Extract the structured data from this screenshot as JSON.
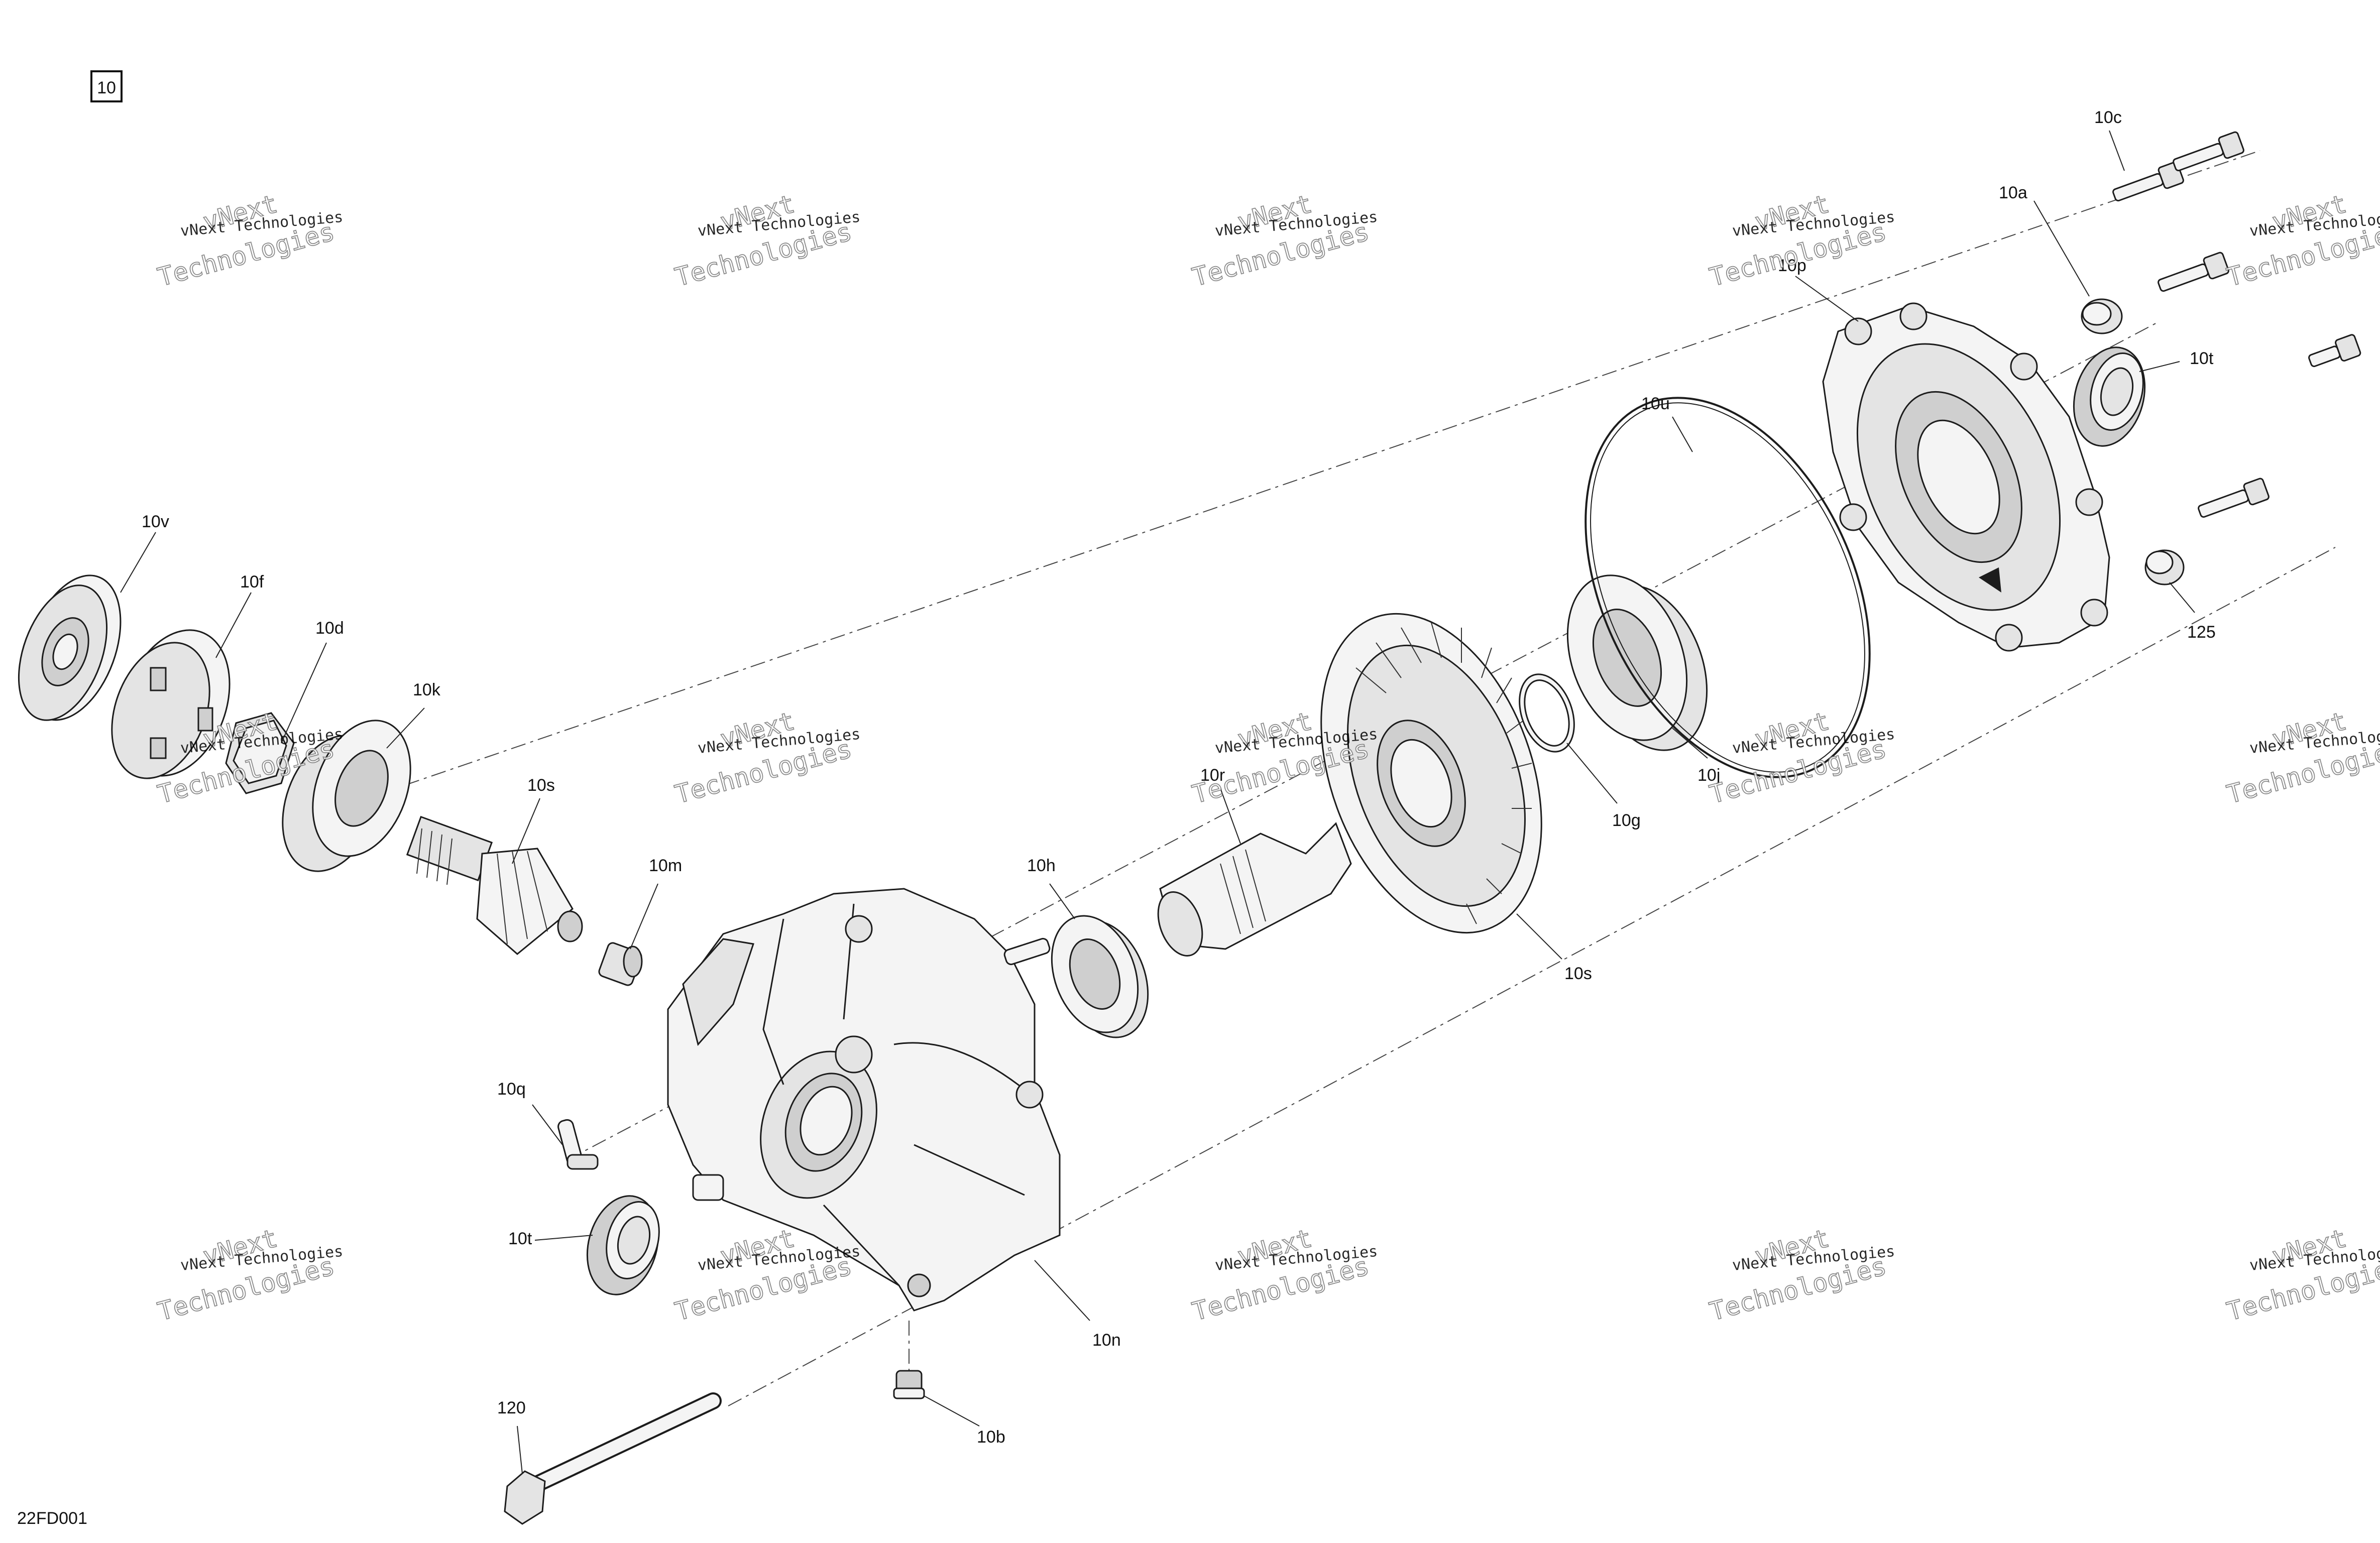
{
  "diagram": {
    "figure_number": "10",
    "drawing_code": "22FD001",
    "watermark_line1": "vNext Technologies",
    "watermark_line2_top": "vNext",
    "watermark_line2_bottom": "Technologies",
    "part_labels": {
      "p10c": "10c",
      "p10a": "10a",
      "p10p": "10p",
      "p10t_right": "10t",
      "p10u": "10u",
      "p125": "125",
      "p10v": "10v",
      "p10f": "10f",
      "p10d": "10d",
      "p10k": "10k",
      "p10s_pinion": "10s",
      "p10m": "10m",
      "p10h": "10h",
      "p10r": "10r",
      "p10s_gear": "10s",
      "p10g": "10g",
      "p10j": "10j",
      "p10q": "10q",
      "p10t_left": "10t",
      "p10n": "10n",
      "p120": "120",
      "p10b": "10b"
    }
  }
}
